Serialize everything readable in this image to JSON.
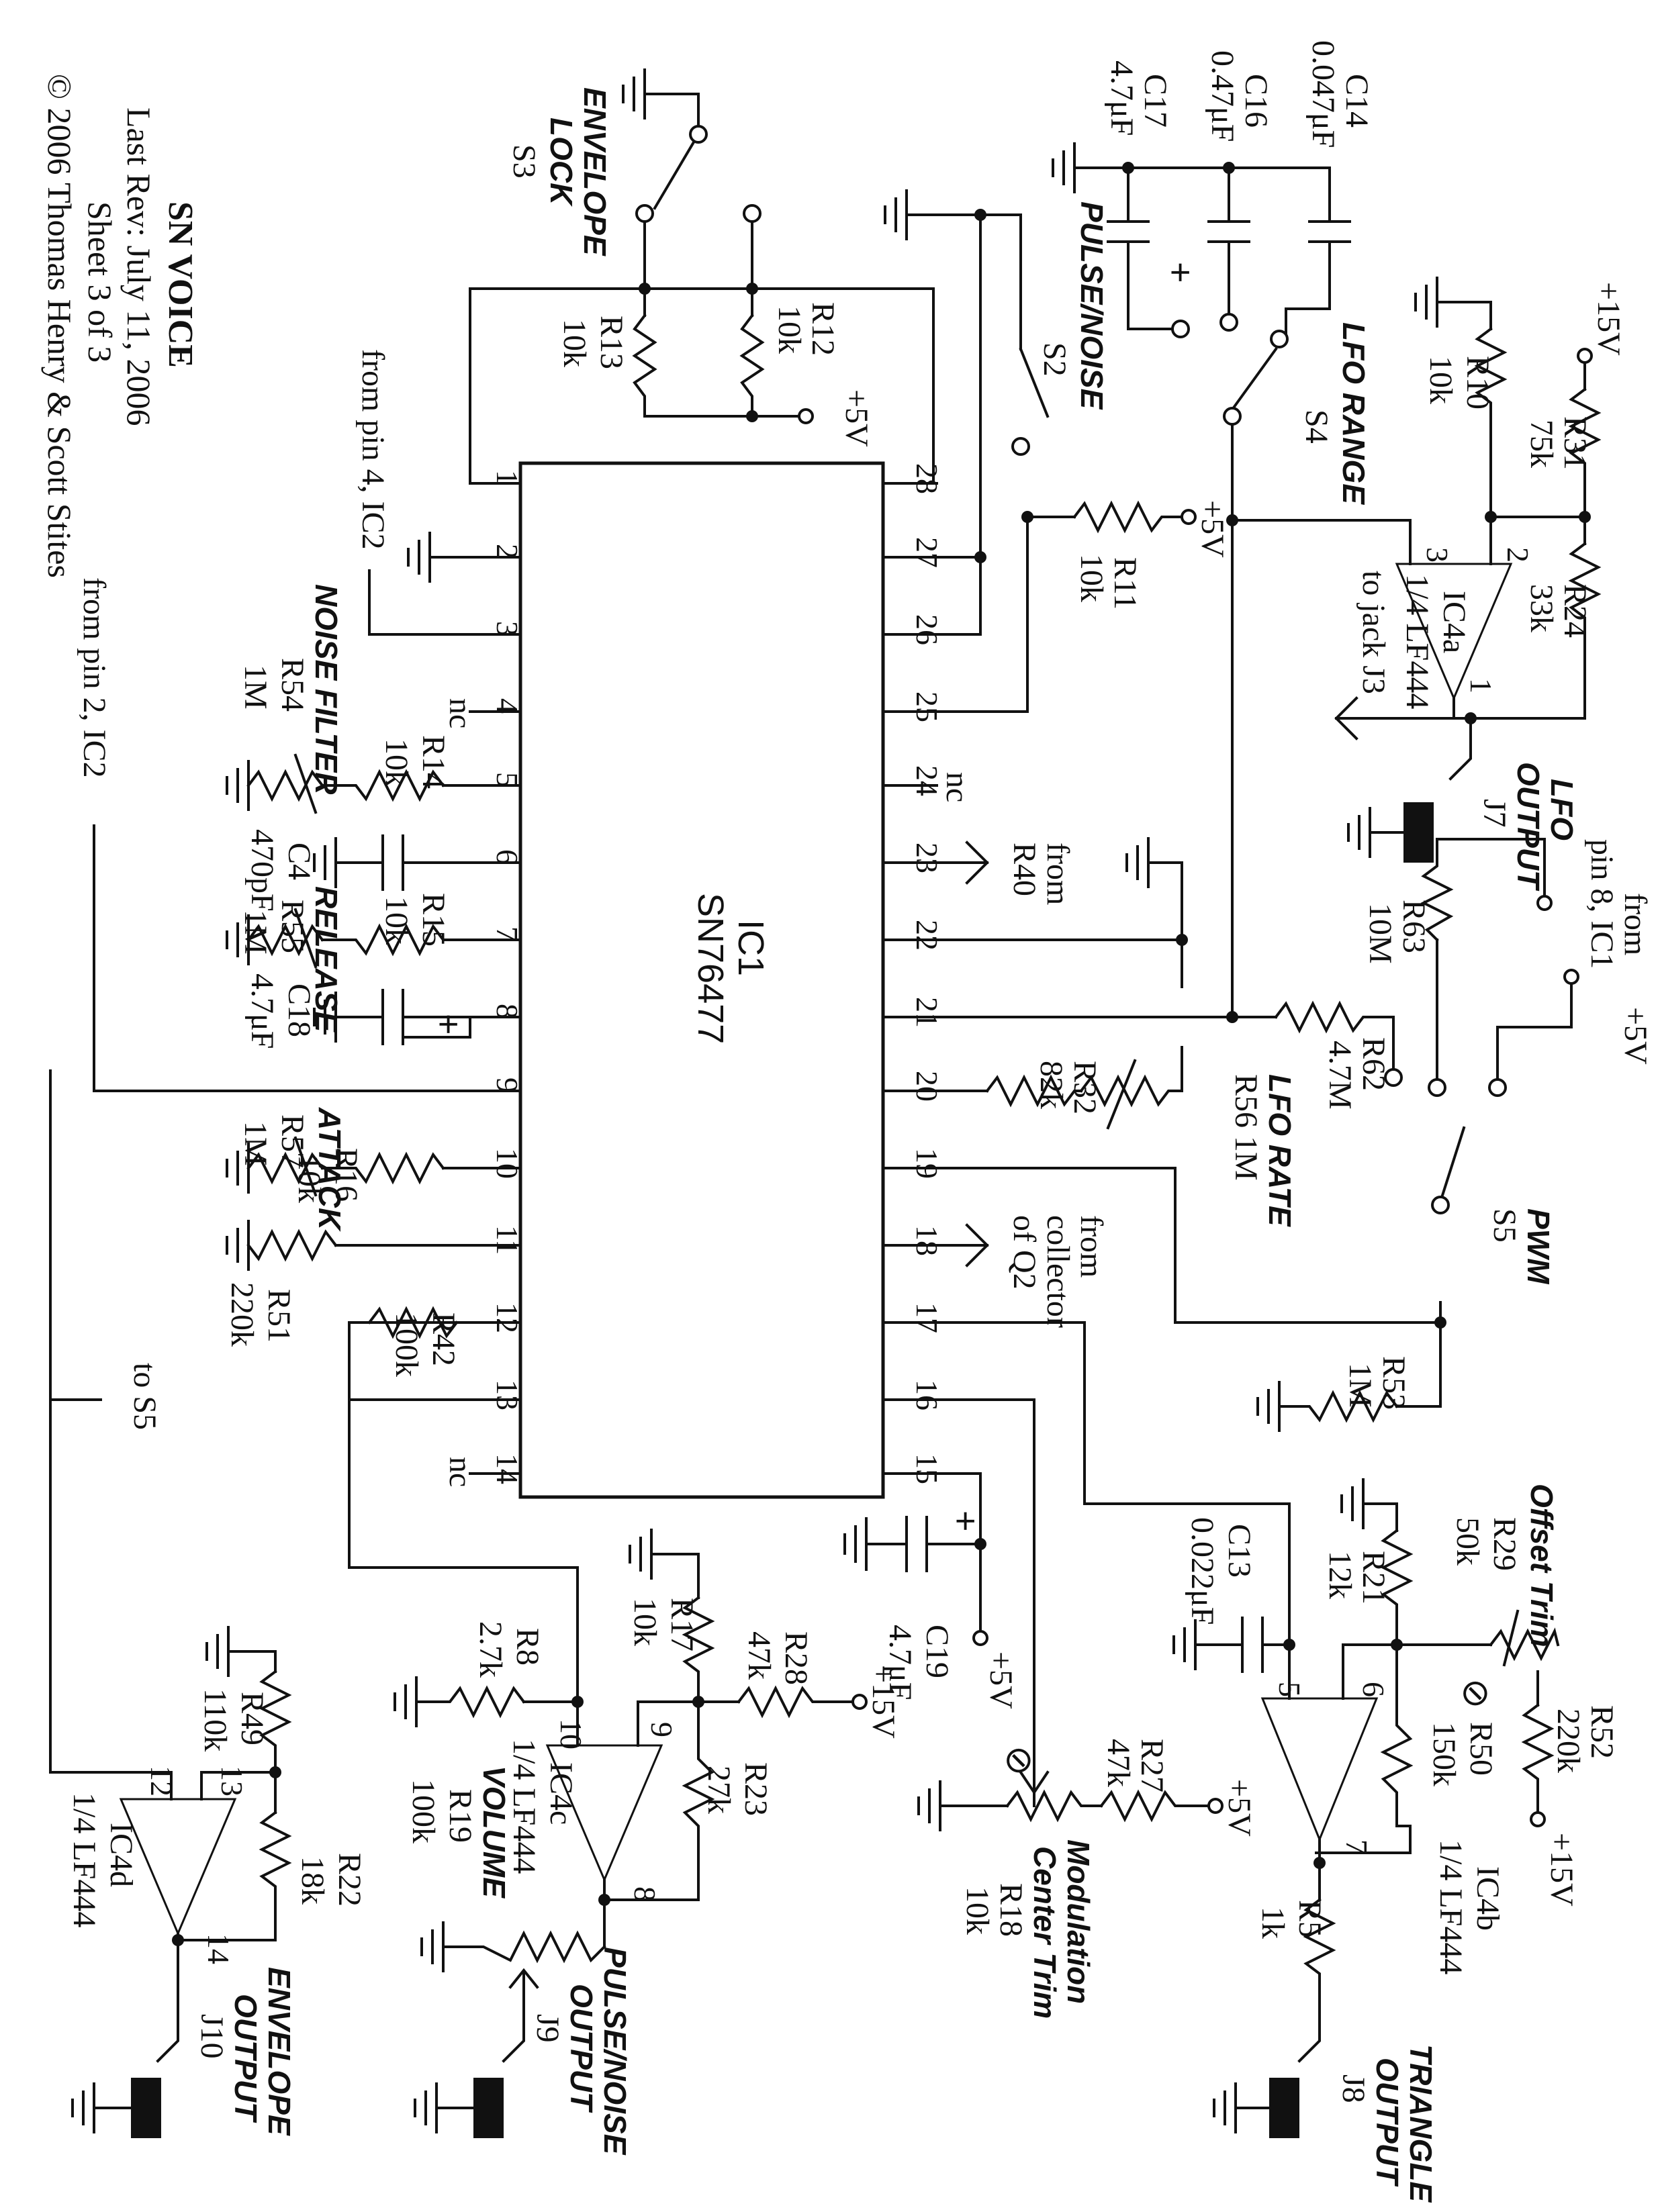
{
  "title": {
    "name": "SN VOICE",
    "rev": "Last Rev: July 11, 2006",
    "sheet": "Sheet 3 of 3",
    "copyright": "© 2006 Thomas Henry & Scott Stites"
  },
  "ic1": {
    "ref": "IC1",
    "part": "SN76477"
  },
  "ic1_pins_left": [
    "1",
    "2",
    "3",
    "4",
    "5",
    "6",
    "7",
    "8",
    "9",
    "10",
    "11",
    "12",
    "13",
    "14"
  ],
  "ic1_pins_right": [
    "28",
    "27",
    "26",
    "25",
    "24",
    "23",
    "22",
    "21",
    "20",
    "19",
    "18",
    "17",
    "16",
    "15"
  ],
  "opamps": {
    "ic4a": {
      "ref": "IC4a",
      "part": "1/4 LF444",
      "pin_minus": "2",
      "pin_plus": "3",
      "pin_out": "1"
    },
    "ic4b": {
      "ref": "IC4b",
      "part": "1/4 LF444",
      "pin_minus": "6",
      "pin_plus": "5",
      "pin_out": "7"
    },
    "ic4c": {
      "ref": "IC4c",
      "part": "1/4 LF444",
      "pin_minus": "9",
      "pin_plus": "10",
      "pin_out": "8"
    },
    "ic4d": {
      "ref": "IC4d",
      "part": "1/4 LF444",
      "pin_minus": "13",
      "pin_plus": "12",
      "pin_out": "14"
    }
  },
  "resistors": {
    "r5": [
      "R5",
      "1k"
    ],
    "r8": [
      "R8",
      "2.7k"
    ],
    "r10": [
      "R10",
      "10k"
    ],
    "r11": [
      "R11",
      "10k"
    ],
    "r12": [
      "R12",
      "10k"
    ],
    "r13": [
      "R13",
      "10k"
    ],
    "r14": [
      "R14",
      "10k"
    ],
    "r15": [
      "R15",
      "10k"
    ],
    "r16": [
      "R16",
      "10k"
    ],
    "r17": [
      "R17",
      "10k"
    ],
    "r21": [
      "R21",
      "12k"
    ],
    "r22": [
      "R22",
      "18k"
    ],
    "r23": [
      "R23",
      "27k"
    ],
    "r24": [
      "R24",
      "33k"
    ],
    "r27": [
      "R27",
      "47k"
    ],
    "r28": [
      "R28",
      "47k"
    ],
    "r31": [
      "R31",
      "75k"
    ],
    "r32": [
      "R32",
      "82k"
    ],
    "r42": [
      "R42",
      "100k"
    ],
    "r49": [
      "R49",
      "110k"
    ],
    "r50": [
      "R50",
      "150k"
    ],
    "r51": [
      "R51",
      "220k"
    ],
    "r52": [
      "R52",
      "220k"
    ],
    "r53": [
      "R53",
      "1M"
    ],
    "r62": [
      "R62",
      "4.7M"
    ],
    "r63": [
      "R63",
      "10M"
    ]
  },
  "pots": {
    "r54": [
      "R54",
      "1M",
      "NOISE FILTER"
    ],
    "r55": [
      "R55",
      "1M",
      "RELEASE"
    ],
    "r57": [
      "R57",
      "1M",
      "ATTACK"
    ],
    "r56": [
      "R56 1M",
      "LFO RATE"
    ],
    "r19": [
      "R19",
      "100k",
      "VOLUME"
    ],
    "r18": [
      "R18",
      "10k",
      "Modulation",
      "Center Trim"
    ],
    "r29": [
      "R29",
      "50k",
      "Offset Trim"
    ]
  },
  "caps": {
    "c4": [
      "C4",
      "470pF"
    ],
    "c13": [
      "C13",
      "0.022μF"
    ],
    "c14": [
      "C14",
      "0.047μF"
    ],
    "c16": [
      "C16",
      "0.47μF"
    ],
    "c17": [
      "C17",
      "4.7μF"
    ],
    "c18": [
      "C18",
      "4.7μF"
    ],
    "c19": [
      "C19",
      "4.7μF"
    ]
  },
  "switches": {
    "s2": [
      "PULSE/NOISE",
      "S2"
    ],
    "s3": [
      "ENVELOPE",
      "LOCK",
      "S3"
    ],
    "s4": [
      "LFO RANGE",
      "S4"
    ],
    "s5": [
      "PWM",
      "S5"
    ]
  },
  "outputs": {
    "j7": [
      "LFO",
      "OUTPUT",
      "J7"
    ],
    "j8": [
      "TRIANGLE",
      "OUTPUT",
      "J8"
    ],
    "j9": [
      "PULSE/NOISE",
      "OUTPUT",
      "J9"
    ],
    "j10": [
      "ENVELOPE",
      "OUTPUT",
      "J10"
    ]
  },
  "supplies": {
    "p5": "+5V",
    "p15": "+15V"
  },
  "notes": {
    "from_pin4_ic2": "from pin 4, IC2",
    "from_pin2_ic2": "from pin 2, IC2",
    "from_pin8_ic1": [
      "from",
      "pin 8, IC1"
    ],
    "from_r40": [
      "from",
      "R40"
    ],
    "from_q2": [
      "from",
      "collector",
      "of Q2"
    ],
    "to_j3": "to jack J3",
    "to_s5": "to S5",
    "nc": "nc",
    "plus": "+",
    "trim": "⊘"
  }
}
